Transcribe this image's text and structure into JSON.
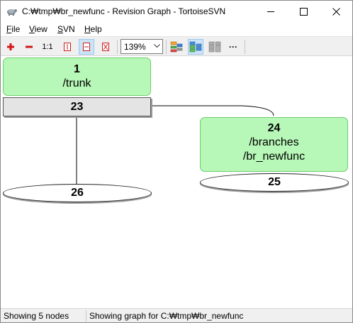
{
  "window": {
    "title": "C:₩tmp₩br_newfunc - Revision Graph - TortoiseSVN",
    "app_icon": "tortoisesvn-icon"
  },
  "menu": {
    "file_u": "F",
    "file_rest": "ile",
    "view_u": "V",
    "view_rest": "iew",
    "svn_u": "S",
    "svn_rest": "VN",
    "help_u": "H",
    "help_rest": "elp"
  },
  "toolbar": {
    "zoom_in_icon": "zoom-in-icon",
    "zoom_out_icon": "zoom-out-icon",
    "zoom_one": "1:1",
    "zoom_value": "139%",
    "zoom_options": [
      "139%"
    ],
    "more": "···"
  },
  "graph": {
    "nodes": [
      {
        "rev": "1",
        "path": "/trunk",
        "style": "green"
      },
      {
        "rev": "23",
        "style": "grey"
      },
      {
        "rev": "26",
        "style": "oval"
      },
      {
        "rev": "24",
        "path_line1": "/branches",
        "path_line2": "/br_newfunc",
        "style": "green"
      },
      {
        "rev": "25",
        "style": "oval"
      }
    ]
  },
  "status": {
    "nodes": "Showing 5 nodes",
    "graph_for": "Showing graph for C:₩tmp₩br_newfunc"
  },
  "colors": {
    "node_green": "#b7f7b7",
    "node_green_border": "#6dcc6d",
    "node_grey": "#e4e4e4",
    "toolbar_active": "#cce4f7"
  }
}
